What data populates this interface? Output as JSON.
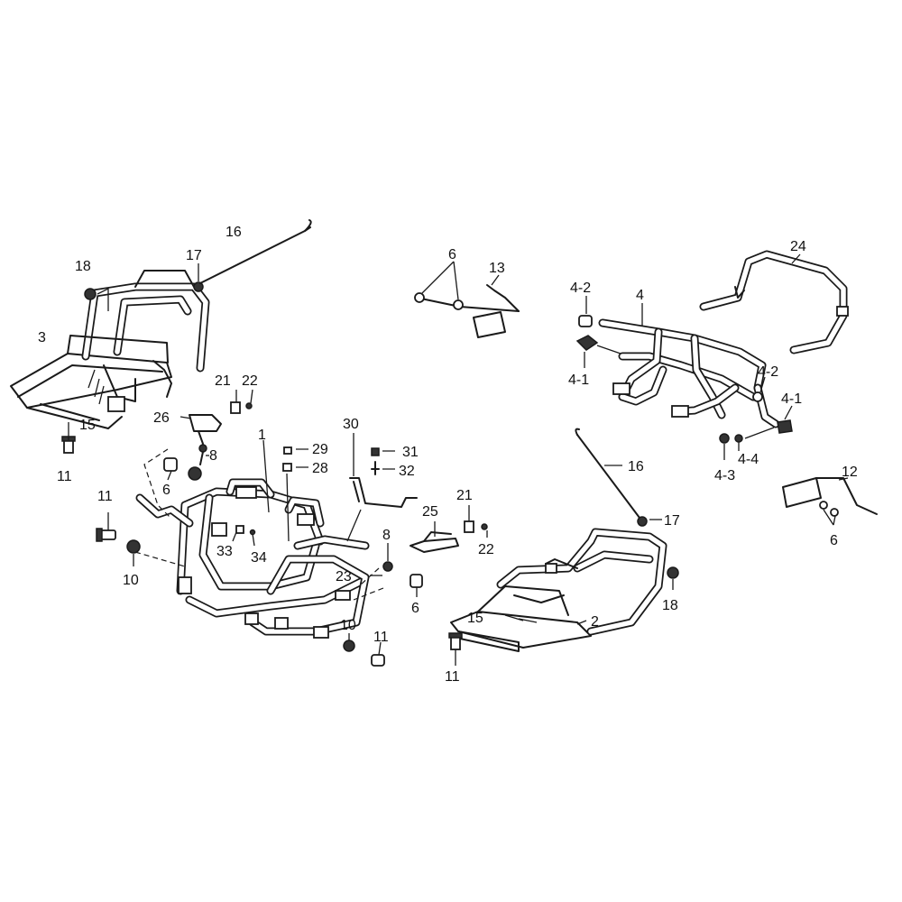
{
  "labels": {
    "l1": "1",
    "l2": "2",
    "l3": "3",
    "l4": "4",
    "l4_1a": "4-1",
    "l4_1b": "4-1",
    "l4_2a": "4-2",
    "l4_2b": "4-2",
    "l4_3": "4-3",
    "l4_4": "4-4",
    "l6a": "6",
    "l6b": "6",
    "l6c": "6",
    "l6d": "6",
    "l8a": "8",
    "l8b": "8",
    "l10a": "10",
    "l10b": "10",
    "l11a": "11",
    "l11b": "11",
    "l11c": "11",
    "l11d": "11",
    "l12": "12",
    "l13": "13",
    "l15a": "15",
    "l15b": "15",
    "l16a": "16",
    "l16b": "16",
    "l17a": "17",
    "l17b": "17",
    "l18a": "18",
    "l18b": "18",
    "l21a": "21",
    "l21b": "21",
    "l22a": "22",
    "l22b": "22",
    "l23": "23",
    "l24": "24",
    "l25": "25",
    "l26": "26",
    "l28": "28",
    "l29": "29",
    "l30": "30",
    "l31": "31",
    "l32": "32",
    "l33": "33",
    "l34": "34"
  }
}
